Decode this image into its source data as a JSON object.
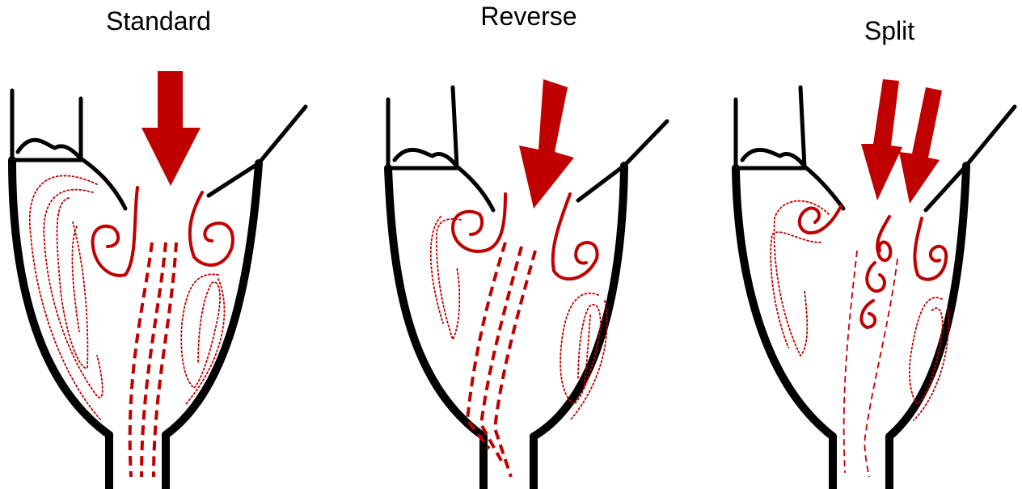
{
  "panels": [
    {
      "title": "Standard"
    },
    {
      "title": "Reverse"
    },
    {
      "title": "Split"
    }
  ],
  "colors": {
    "flow": "#c00000",
    "wall": "#000000",
    "background": "#ffffff"
  }
}
